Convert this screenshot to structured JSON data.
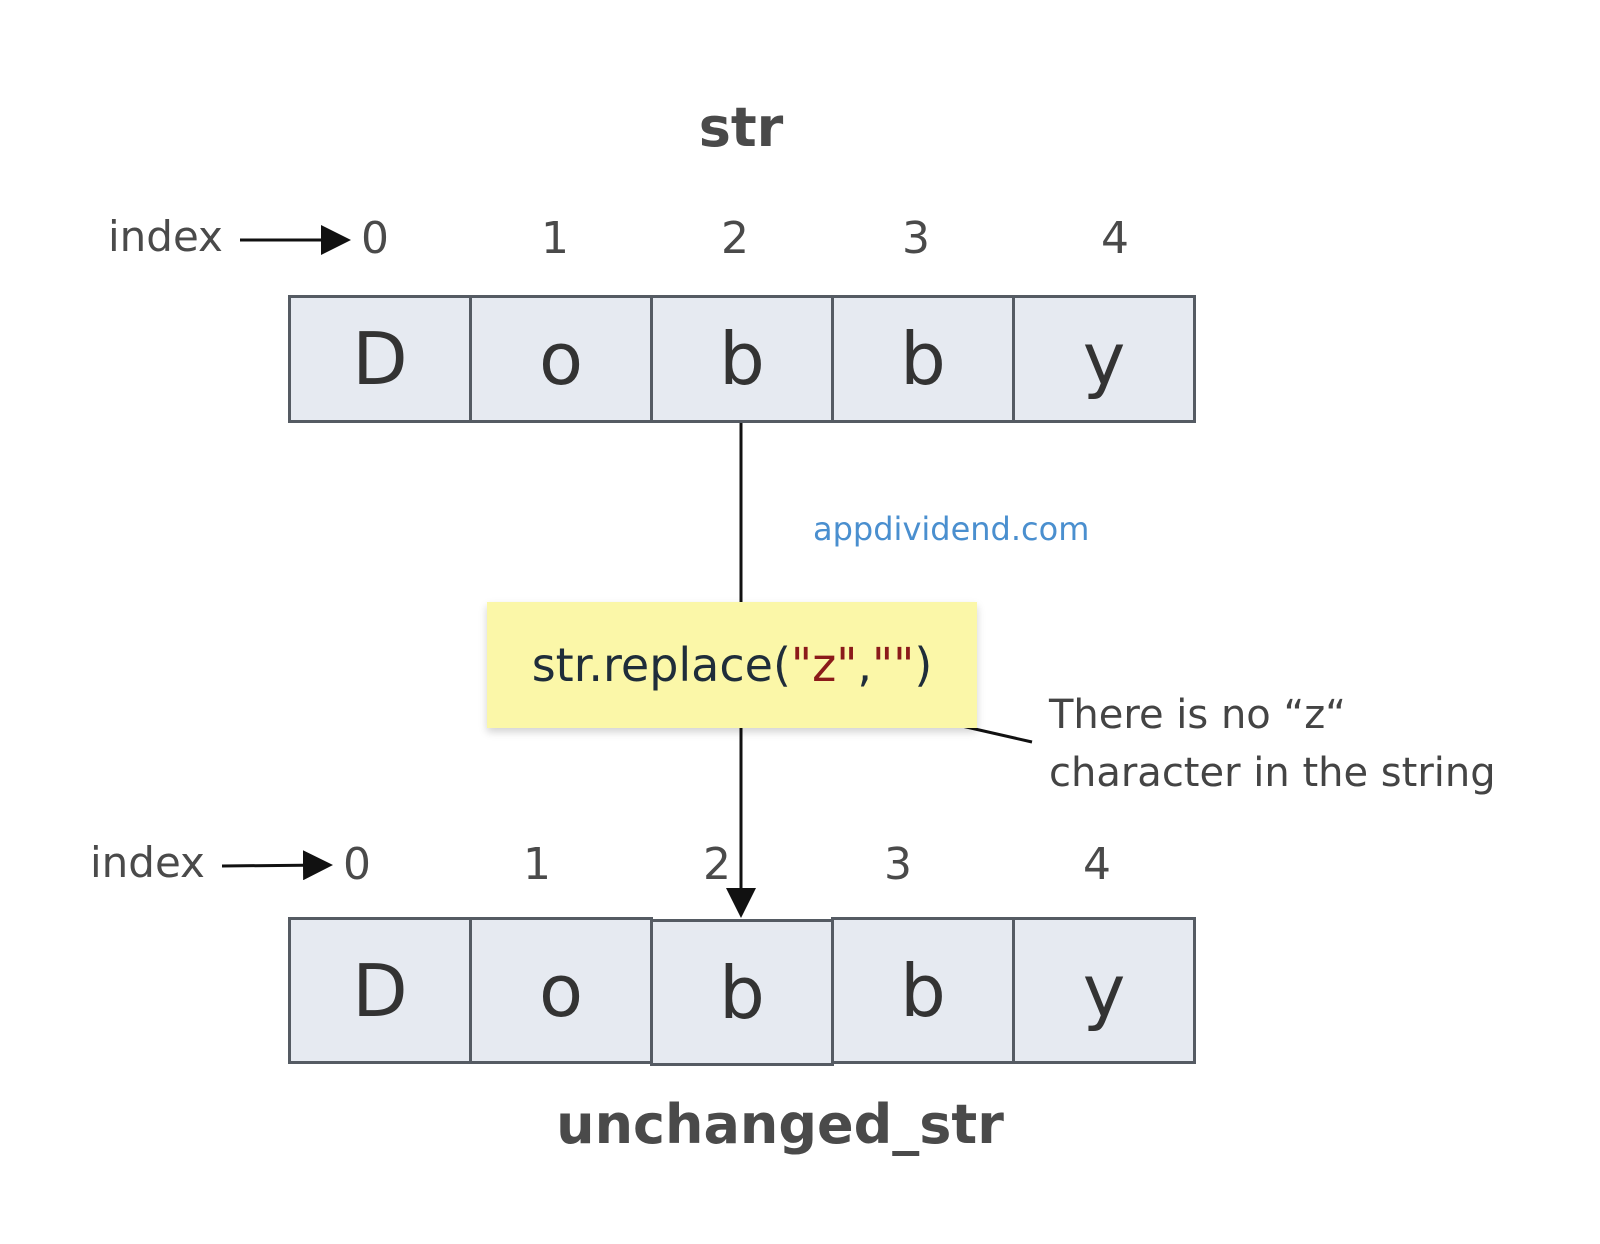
{
  "top": {
    "title": "str",
    "index_label": "index",
    "indices": [
      "0",
      "1",
      "2",
      "3",
      "4"
    ],
    "chars": [
      "D",
      "o",
      "b",
      "b",
      "y"
    ]
  },
  "watermark": "appdividend.com",
  "code": {
    "prefix": "str.replace(",
    "arg1": "\"z\"",
    "sep": ", ",
    "arg2": "\"\"",
    "suffix": ")"
  },
  "note": {
    "line1": "There is no “z“",
    "line2": "character in the string"
  },
  "bottom": {
    "title": "unchanged_str",
    "index_label": "index",
    "indices": [
      "0",
      "1",
      "2",
      "3",
      "4"
    ],
    "chars": [
      "D",
      "o",
      "b",
      "b",
      "y"
    ]
  },
  "colors": {
    "cell_fill": "#e6eaf1",
    "cell_border": "#555b63",
    "code_box": "#fbf7a8",
    "string_literal": "#8b1a1a",
    "watermark": "#4a8fcf"
  }
}
